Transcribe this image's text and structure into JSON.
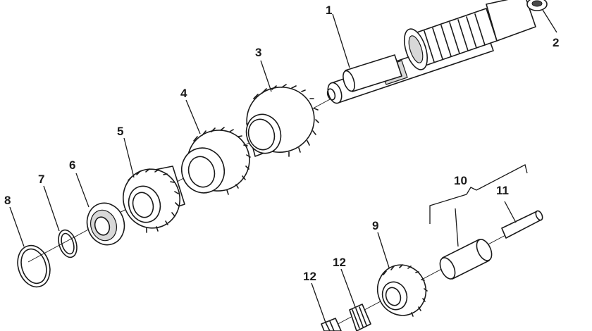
{
  "diagram": {
    "callouts": [
      {
        "id": "1",
        "text": "1"
      },
      {
        "id": "2",
        "text": "2"
      },
      {
        "id": "3",
        "text": "3"
      },
      {
        "id": "4",
        "text": "4"
      },
      {
        "id": "5",
        "text": "5"
      },
      {
        "id": "6",
        "text": "6"
      },
      {
        "id": "7",
        "text": "7"
      },
      {
        "id": "8",
        "text": "8"
      },
      {
        "id": "9",
        "text": "9"
      },
      {
        "id": "10",
        "text": "10"
      },
      {
        "id": "11",
        "text": "11"
      },
      {
        "id": "12a",
        "text": "12"
      },
      {
        "id": "12b",
        "text": "12"
      }
    ],
    "colors": {
      "ink": "#1a1a1a",
      "paper": "#ffffff",
      "shade": "#d8d8d8"
    }
  }
}
